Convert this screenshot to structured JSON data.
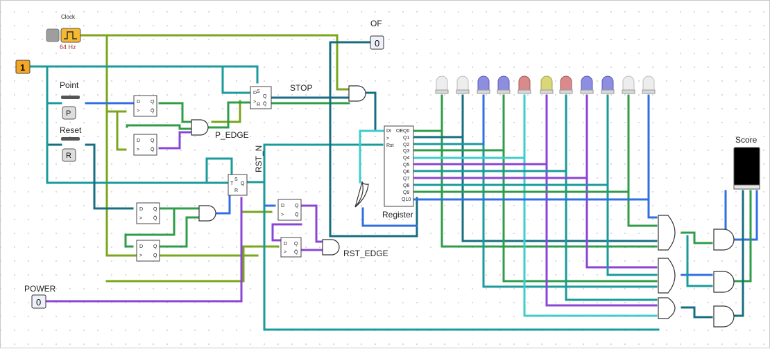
{
  "clock": {
    "label": "Clock",
    "freq": "64 Hz"
  },
  "constant": {
    "value": "1"
  },
  "of": {
    "label": "OF",
    "value": "0"
  },
  "power": {
    "label": "POWER",
    "value": "0"
  },
  "point": {
    "label": "Point",
    "key": "P"
  },
  "reset": {
    "label": "Reset",
    "key": "R"
  },
  "labels": {
    "stop": "STOP",
    "p_edge": "P_EDGE",
    "rst_n": "RST_N",
    "rst_edge": "RST_EDGE",
    "register": "Register",
    "score": "Score"
  },
  "ff": {
    "d": "D",
    "q": "Q",
    "qn": "Q̄",
    "clk": ">",
    "s": "S",
    "r": "R",
    "t": "T"
  },
  "register_pins": {
    "left": [
      "DI",
      ">",
      "Rst"
    ],
    "top": "OE",
    "outputs": [
      "Q0",
      "Q1",
      "Q2",
      "Q3",
      "Q4",
      "Q5",
      "Q6",
      "Q7",
      "Q8",
      "Q9",
      "Q10"
    ]
  },
  "colors": {
    "teal": "#1a9a9a",
    "dark_teal": "#166e80",
    "green": "#2e9c48",
    "olive": "#7aa51c",
    "purple": "#8b45d6",
    "blue": "#2f6fe0",
    "cyan": "#3ecccc",
    "navy": "#1d2aa0",
    "clock_yellow": "#f5b82e",
    "const_orange": "#f5a623"
  },
  "leds": [
    "white",
    "white",
    "blue",
    "blue",
    "red",
    "yellow",
    "red",
    "blue",
    "blue",
    "white",
    "white"
  ]
}
